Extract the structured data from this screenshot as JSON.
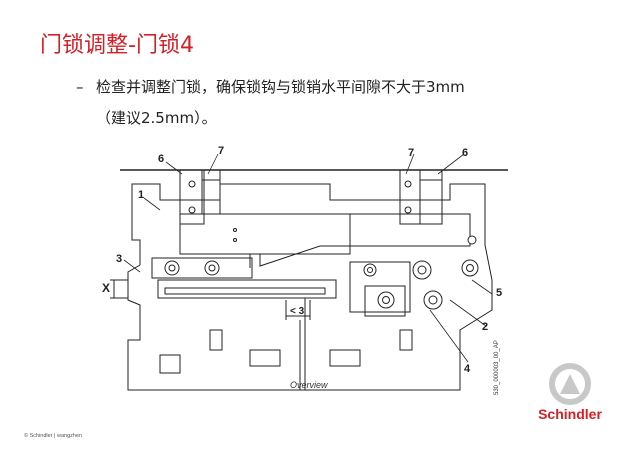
{
  "slide": {
    "title": "门锁调整-门锁4",
    "bullet_dash": "–",
    "bullet_line1": "检查并调整门锁，确保锁钩与锁销水平间隙不大于3mm",
    "bullet_line2": "（建议2.5mm）。"
  },
  "diagram": {
    "callouts": [
      "1",
      "2",
      "3",
      "4",
      "5",
      "6",
      "7",
      "6",
      "7"
    ],
    "dimension_x": "X",
    "dimension_gap": "< 3",
    "caption": "Overview",
    "drawing_code": "530_000003_00_AP"
  },
  "footer": {
    "text": "© Schindler | wangzhen"
  },
  "brand": {
    "name": "Schindler",
    "color": "#d51f26"
  }
}
